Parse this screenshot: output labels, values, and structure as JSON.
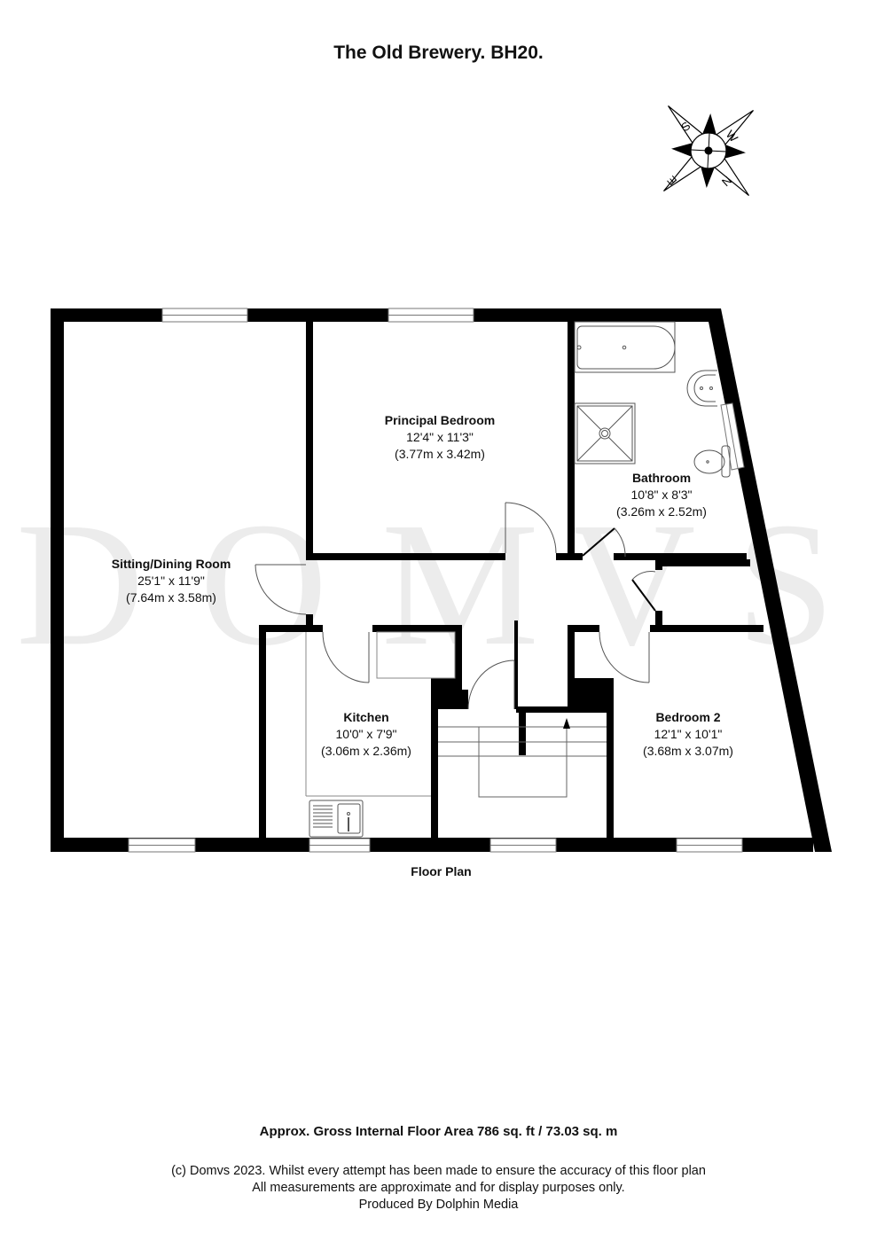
{
  "header": {
    "title": "The Old Brewery. BH20."
  },
  "compass": {
    "icon": "compass-rose-icon",
    "labels": [
      "S",
      "W",
      "N",
      "E"
    ]
  },
  "watermark": {
    "letters": [
      "D",
      "O",
      "M",
      "V",
      "S"
    ]
  },
  "rooms": [
    {
      "name": "Sitting/Dining Room",
      "imperial": "25'1\" x 11'9\"",
      "metric": "(7.64m x 3.58m)"
    },
    {
      "name": "Principal Bedroom",
      "imperial": "12'4\" x 11'3\"",
      "metric": "(3.77m x 3.42m)"
    },
    {
      "name": "Bathroom",
      "imperial": "10'8\" x 8'3\"",
      "metric": "(3.26m x 2.52m)"
    },
    {
      "name": "Kitchen",
      "imperial": "10'0\" x 7'9\"",
      "metric": "(3.06m x 2.36m)"
    },
    {
      "name": "Bedroom 2",
      "imperial": "12'1\" x 10'1\"",
      "metric": "(3.68m x 3.07m)"
    }
  ],
  "plan": {
    "label": "Floor Plan"
  },
  "footer": {
    "area": "Approx. Gross Internal Floor Area 786 sq. ft / 73.03 sq. m",
    "disclaimer": [
      "(c) Domvs 2023. Whilst every attempt has been made to ensure the accuracy of this floor plan",
      "All measurements are approximate and for display purposes only.",
      "Produced By Dolphin Media"
    ]
  }
}
